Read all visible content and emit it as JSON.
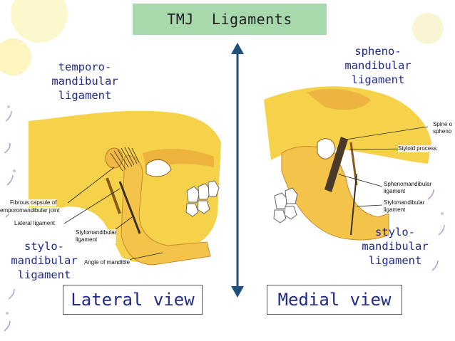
{
  "title": "TMJ  Ligaments",
  "colors": {
    "title_bg": "#a8d9ad",
    "label_text": "#1f2a8a",
    "arrow": "#1f4f7a",
    "bone": "#f6d24a",
    "bone_shade": "#e9a83a"
  },
  "lateral": {
    "view_label": "Lateral view",
    "label_top": "temporo-\nmandibular\nligament",
    "label_bottom": "stylo-\nmandibular\nligament",
    "callouts": {
      "fibrous_capsule": "Fibrous capsule of",
      "temporomandibular_joint": "emporomandibular joint",
      "lateral_ligament": "Lateral ligament",
      "stylomandibular_ligament": "Stylomandibular\nligament",
      "angle_of_mandible": "Angle of mandible"
    }
  },
  "medial": {
    "view_label": "Medial view",
    "label_top": "spheno-\nmandibular\nligament",
    "label_bottom": "stylo-\nmandibular\nligament",
    "callouts": {
      "spine_of_sphenoid": "Spine o\nspheno",
      "styloid_process": "Styloid process",
      "sphenomandibular_ligament": "Sphenomandibular\nligament",
      "stylomandibular_ligament": "Stylomandibular\nligament"
    }
  }
}
